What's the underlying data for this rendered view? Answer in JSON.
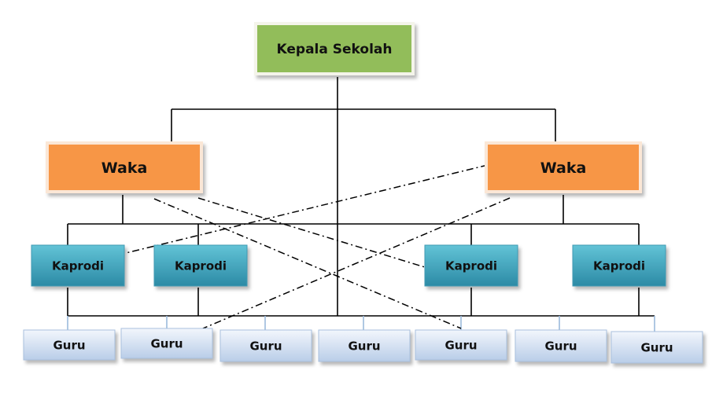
{
  "diagram": {
    "type": "org-chart",
    "colors": {
      "kepala_fill": "#92bd5a",
      "kepala_border": "#f4f4ea",
      "waka_fill": "#f79646",
      "waka_border": "#fbe7d6",
      "kaprodi_fill_top": "#62c3d6",
      "kaprodi_fill_bottom": "#2c8aa5",
      "guru_fill_top": "#f2f6fc",
      "guru_fill_bottom": "#b9cde8",
      "line": "#000000"
    },
    "kepala": {
      "label": "Kepala Sekolah"
    },
    "waka": [
      {
        "label": "Waka"
      },
      {
        "label": "Waka"
      }
    ],
    "kaprodi": [
      {
        "label": "Kaprodi"
      },
      {
        "label": "Kaprodi"
      },
      {
        "label": "Kaprodi"
      },
      {
        "label": "Kaprodi"
      }
    ],
    "guru": [
      {
        "label": "Guru"
      },
      {
        "label": "Guru"
      },
      {
        "label": "Guru"
      },
      {
        "label": "Guru"
      },
      {
        "label": "Guru"
      },
      {
        "label": "Guru"
      },
      {
        "label": "Guru"
      }
    ]
  }
}
